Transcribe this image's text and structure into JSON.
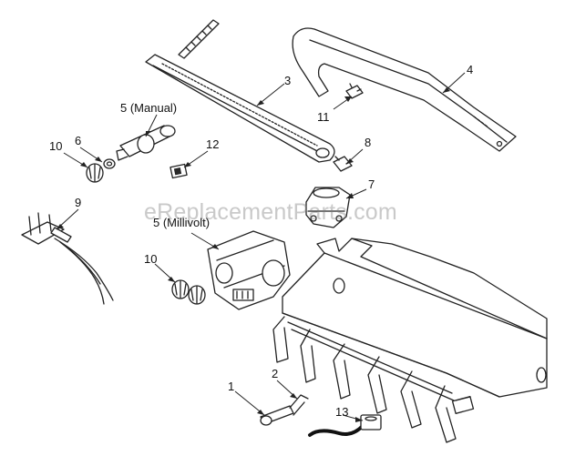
{
  "watermark": "eReplacementParts.com",
  "callouts": {
    "c1": "1",
    "c2": "2",
    "c3": "3",
    "c4": "4",
    "c5_manual": "5 (Manual)",
    "c5_millivolt": "5 (Millivolt)",
    "c6": "6",
    "c7": "7",
    "c8": "8",
    "c9": "9",
    "c10_top": "10",
    "c10_bottom": "10",
    "c11": "11",
    "c12": "12",
    "c13": "13"
  }
}
